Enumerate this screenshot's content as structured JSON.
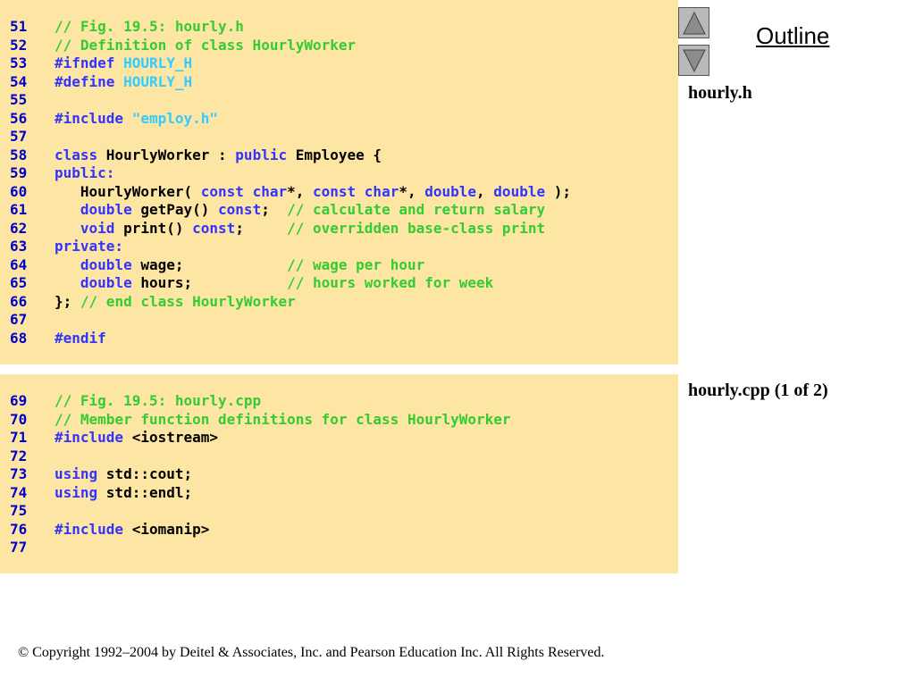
{
  "outline": {
    "title": "Outline"
  },
  "nav": {
    "up_icon": "triangle-up-icon",
    "down_icon": "triangle-down-icon"
  },
  "sidebar_labels": [
    "hourly.h",
    "hourly.cpp (1 of 2)"
  ],
  "code_panels": [
    {
      "lines": [
        {
          "n": "51",
          "tokens": [
            {
              "t": "// Fig. 19.5: hourly.h",
              "c": "c"
            }
          ]
        },
        {
          "n": "52",
          "tokens": [
            {
              "t": "// Definition of class HourlyWorker",
              "c": "c"
            }
          ]
        },
        {
          "n": "53",
          "tokens": [
            {
              "t": "#ifndef ",
              "c": "k"
            },
            {
              "t": "HOURLY_H",
              "c": "s"
            }
          ]
        },
        {
          "n": "54",
          "tokens": [
            {
              "t": "#define ",
              "c": "k"
            },
            {
              "t": "HOURLY_H",
              "c": "s"
            }
          ]
        },
        {
          "n": "55",
          "tokens": []
        },
        {
          "n": "56",
          "tokens": [
            {
              "t": "#include ",
              "c": "k"
            },
            {
              "t": "\"employ.h\"",
              "c": "s"
            }
          ]
        },
        {
          "n": "57",
          "tokens": []
        },
        {
          "n": "58",
          "tokens": [
            {
              "t": "class ",
              "c": "k"
            },
            {
              "t": "HourlyWorker : ",
              "c": "p"
            },
            {
              "t": "public ",
              "c": "k"
            },
            {
              "t": "Employee {",
              "c": "p"
            }
          ]
        },
        {
          "n": "59",
          "tokens": [
            {
              "t": "public:",
              "c": "k"
            }
          ]
        },
        {
          "n": "60",
          "tokens": [
            {
              "t": "   HourlyWorker( ",
              "c": "p"
            },
            {
              "t": "const char",
              "c": "k"
            },
            {
              "t": "*, ",
              "c": "p"
            },
            {
              "t": "const char",
              "c": "k"
            },
            {
              "t": "*, ",
              "c": "p"
            },
            {
              "t": "double",
              "c": "k"
            },
            {
              "t": ", ",
              "c": "p"
            },
            {
              "t": "double",
              "c": "k"
            },
            {
              "t": " );",
              "c": "p"
            }
          ]
        },
        {
          "n": "61",
          "tokens": [
            {
              "t": "   ",
              "c": "p"
            },
            {
              "t": "double",
              "c": "k"
            },
            {
              "t": " getPay() ",
              "c": "p"
            },
            {
              "t": "const",
              "c": "k"
            },
            {
              "t": ";  ",
              "c": "p"
            },
            {
              "t": "// calculate and return salary",
              "c": "c"
            }
          ]
        },
        {
          "n": "62",
          "tokens": [
            {
              "t": "   ",
              "c": "p"
            },
            {
              "t": "void",
              "c": "k"
            },
            {
              "t": " print() ",
              "c": "p"
            },
            {
              "t": "const",
              "c": "k"
            },
            {
              "t": ";     ",
              "c": "p"
            },
            {
              "t": "// overridden base-class print",
              "c": "c"
            }
          ]
        },
        {
          "n": "63",
          "tokens": [
            {
              "t": "private:",
              "c": "k"
            }
          ]
        },
        {
          "n": "64",
          "tokens": [
            {
              "t": "   ",
              "c": "p"
            },
            {
              "t": "double",
              "c": "k"
            },
            {
              "t": " wage;            ",
              "c": "p"
            },
            {
              "t": "// wage per hour",
              "c": "c"
            }
          ]
        },
        {
          "n": "65",
          "tokens": [
            {
              "t": "   ",
              "c": "p"
            },
            {
              "t": "double",
              "c": "k"
            },
            {
              "t": " hours;           ",
              "c": "p"
            },
            {
              "t": "// hours worked for week",
              "c": "c"
            }
          ]
        },
        {
          "n": "66",
          "tokens": [
            {
              "t": "}; ",
              "c": "p"
            },
            {
              "t": "// end class HourlyWorker",
              "c": "c"
            }
          ]
        },
        {
          "n": "67",
          "tokens": []
        },
        {
          "n": "68",
          "tokens": [
            {
              "t": "#endif",
              "c": "k"
            }
          ]
        }
      ]
    },
    {
      "lines": [
        {
          "n": "69",
          "tokens": [
            {
              "t": "// Fig. 19.5: hourly.cpp",
              "c": "c"
            }
          ]
        },
        {
          "n": "70",
          "tokens": [
            {
              "t": "// Member function definitions for class HourlyWorker",
              "c": "c"
            }
          ]
        },
        {
          "n": "71",
          "tokens": [
            {
              "t": "#include ",
              "c": "k"
            },
            {
              "t": "<iostream>",
              "c": "p"
            }
          ]
        },
        {
          "n": "72",
          "tokens": []
        },
        {
          "n": "73",
          "tokens": [
            {
              "t": "using ",
              "c": "k"
            },
            {
              "t": "std::cout;",
              "c": "p"
            }
          ]
        },
        {
          "n": "74",
          "tokens": [
            {
              "t": "using ",
              "c": "k"
            },
            {
              "t": "std::endl;",
              "c": "p"
            }
          ]
        },
        {
          "n": "75",
          "tokens": []
        },
        {
          "n": "76",
          "tokens": [
            {
              "t": "#include ",
              "c": "k"
            },
            {
              "t": "<iomanip>",
              "c": "p"
            }
          ]
        },
        {
          "n": "77",
          "tokens": []
        }
      ]
    }
  ],
  "footer": {
    "copyright": "© Copyright 1992–2004 by Deitel & Associates, Inc. and Pearson Education Inc. All Rights Reserved."
  },
  "colors": {
    "panel_bg": "#fde5a3",
    "line_number": "#0000cc",
    "keyword": "#3333ff",
    "comment": "#33cc33",
    "string": "#33ccff",
    "button_bg": "#b9b9b9"
  }
}
